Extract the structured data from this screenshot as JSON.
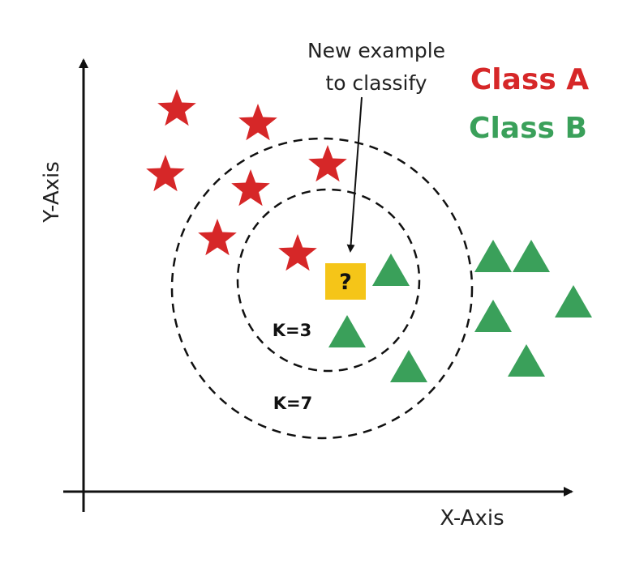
{
  "axes": {
    "x_label": "X-Axis",
    "y_label": "Y-Axis"
  },
  "callout": {
    "line1": "New example",
    "line2": "to classify"
  },
  "legend": {
    "class_a": {
      "label": "Class A",
      "color": "#d62728",
      "marker": "star"
    },
    "class_b": {
      "label": "Class B",
      "color": "#3aa05a",
      "marker": "triangle"
    }
  },
  "query_point": {
    "symbol": "?",
    "color": "#f5c518"
  },
  "neighborhoods": [
    {
      "label": "K=3"
    },
    {
      "label": "K=7"
    }
  ]
}
